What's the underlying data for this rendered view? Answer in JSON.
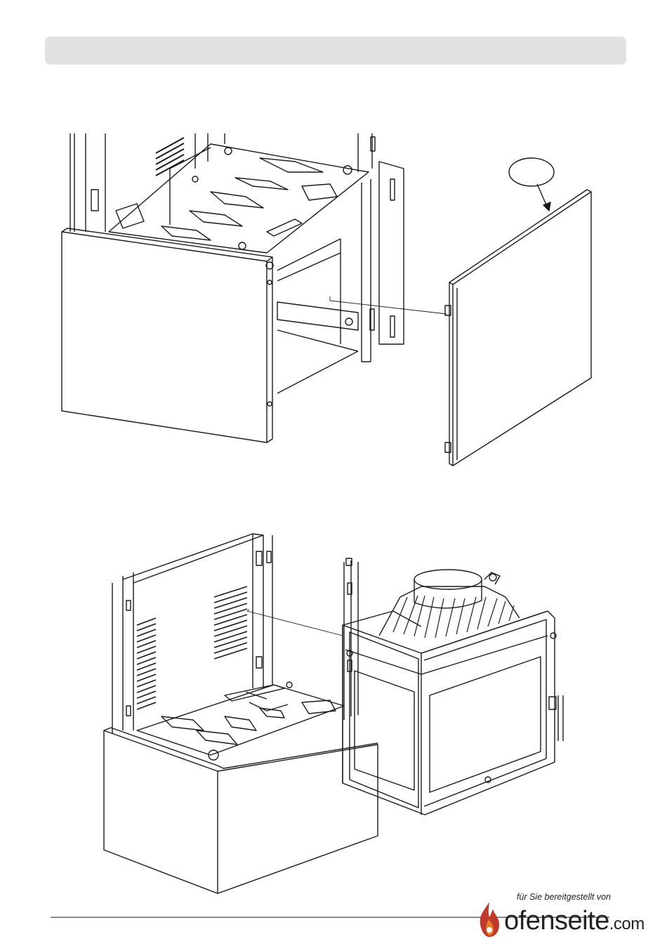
{
  "header": {
    "title": ""
  },
  "figures": [
    {
      "name": "side-panel-assembly",
      "callout_label": ""
    },
    {
      "name": "firebox-insertion"
    }
  ],
  "branding": {
    "tagline": "für Sie bereitgestellt von",
    "name": "ofenseite",
    "tld": ".com",
    "colors": {
      "flame_outer": "#c0392b",
      "flame_inner": "#e67e22",
      "text": "#222222"
    }
  }
}
